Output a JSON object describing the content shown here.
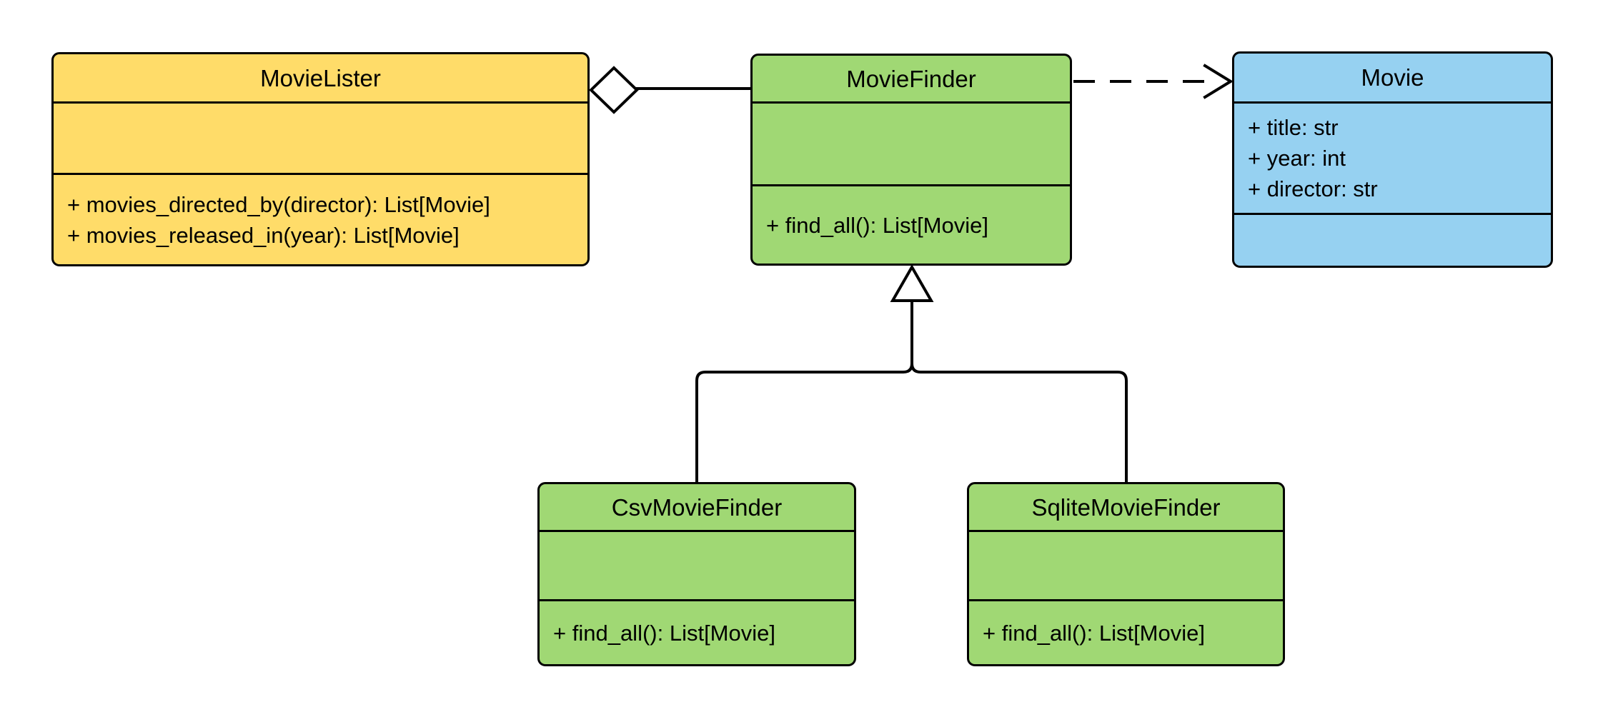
{
  "diagram": {
    "kind": "uml-class-diagram",
    "background_color": "#FFFFFF",
    "line_color": "#000000",
    "text_color": "#000000"
  },
  "colors": {
    "yellow_fill": "#FFDC69",
    "green_fill": "#A0D874",
    "blue_fill": "#96D1F1",
    "border": "#000000"
  },
  "classes": [
    {
      "name": "MovieLister",
      "fill": "#FFDC69",
      "attributes": [],
      "methods": [
        "+ movies_directed_by(director): List[Movie]",
        "+ movies_released_in(year): List[Movie]"
      ]
    },
    {
      "name": "MovieFinder",
      "fill": "#A0D874",
      "attributes": [],
      "methods": [
        "+ find_all(): List[Movie]"
      ]
    },
    {
      "name": "Movie",
      "fill": "#96D1F1",
      "attributes": [
        "+ title: str",
        "+ year: int",
        "+ director: str"
      ],
      "methods": []
    },
    {
      "name": "CsvMovieFinder",
      "fill": "#A0D874",
      "attributes": [],
      "methods": [
        "+ find_all(): List[Movie]"
      ]
    },
    {
      "name": "SqliteMovieFinder",
      "fill": "#A0D874",
      "attributes": [],
      "methods": [
        "+ find_all(): List[Movie]"
      ]
    }
  ],
  "relationships": [
    {
      "type": "aggregation",
      "whole": "MovieLister",
      "part": "MovieFinder",
      "line_style": "solid",
      "marker": "hollow-diamond-at-whole"
    },
    {
      "type": "dependency",
      "from": "MovieFinder",
      "to": "Movie",
      "line_style": "dashed",
      "marker": "open-arrow-at-target"
    },
    {
      "type": "generalization",
      "child": "CsvMovieFinder",
      "parent": "MovieFinder",
      "line_style": "solid",
      "marker": "hollow-triangle-at-parent"
    },
    {
      "type": "generalization",
      "child": "SqliteMovieFinder",
      "parent": "MovieFinder",
      "line_style": "solid",
      "marker": "hollow-triangle-at-parent"
    }
  ]
}
